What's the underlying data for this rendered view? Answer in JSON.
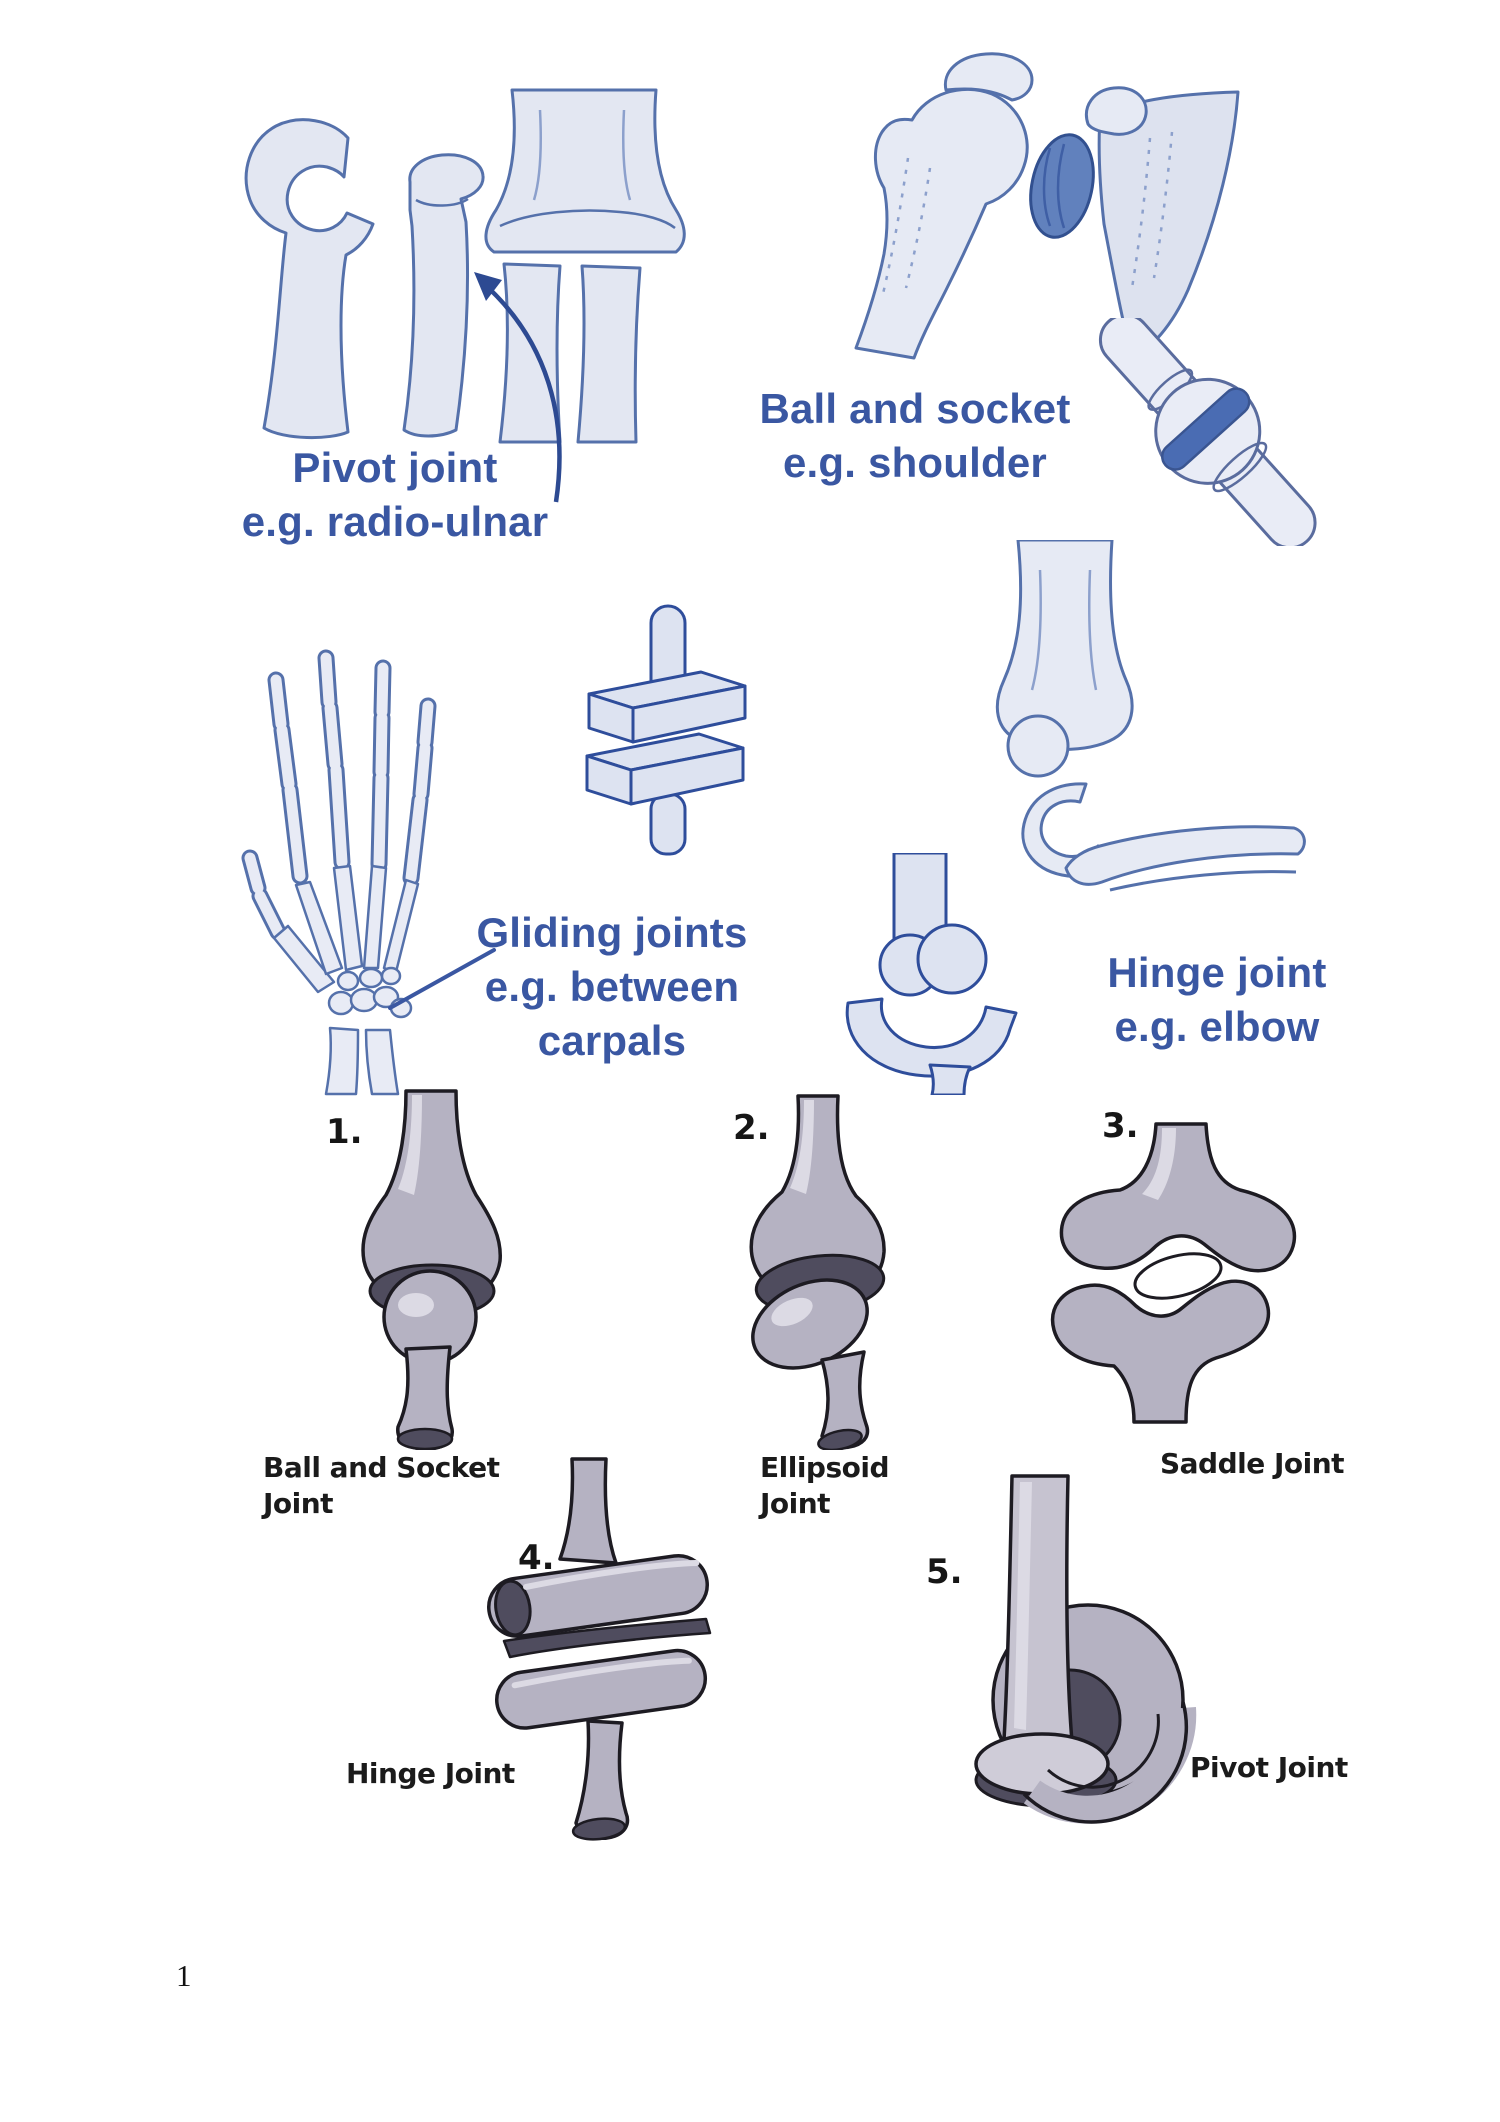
{
  "page": {
    "number": "1",
    "background": "#ffffff"
  },
  "colors": {
    "blue_label_text": "#3a57a2",
    "blue_line_stroke": "#5571ab",
    "blue_schematic_stroke": "#2e4d9b",
    "blue_line_fill": "#e3e7f2",
    "glenoid_socket_fill": "#6181bd",
    "ring_band_fill": "#4a6cb3",
    "gray_base": "#b5b2c2",
    "gray_highlight": "#dcdae4",
    "gray_dark": "#4f4c5e",
    "black_outline": "#1d1b22",
    "black_label_text": "#1b1b1b"
  },
  "blue_labels": {
    "pivot": {
      "lines": [
        "Pivot joint",
        "e.g. radio-ulnar"
      ]
    },
    "ball_and_socket": {
      "lines": [
        "Ball and socket",
        "e.g. shoulder"
      ]
    },
    "gliding": {
      "lines": [
        "Gliding joints",
        "e.g. between",
        "carpals"
      ]
    },
    "hinge": {
      "lines": [
        "Hinge joint",
        "e.g. elbow"
      ]
    }
  },
  "numbered_joints": [
    {
      "number": "1.",
      "label_lines": [
        "Ball and Socket",
        "Joint"
      ]
    },
    {
      "number": "2.",
      "label_lines": [
        "Ellipsoid",
        "Joint"
      ]
    },
    {
      "number": "3.",
      "label_lines": [
        "Saddle Joint"
      ]
    },
    {
      "number": "4.",
      "label_lines": [
        "Hinge Joint"
      ]
    },
    {
      "number": "5.",
      "label_lines": [
        "Pivot Joint"
      ]
    }
  ]
}
